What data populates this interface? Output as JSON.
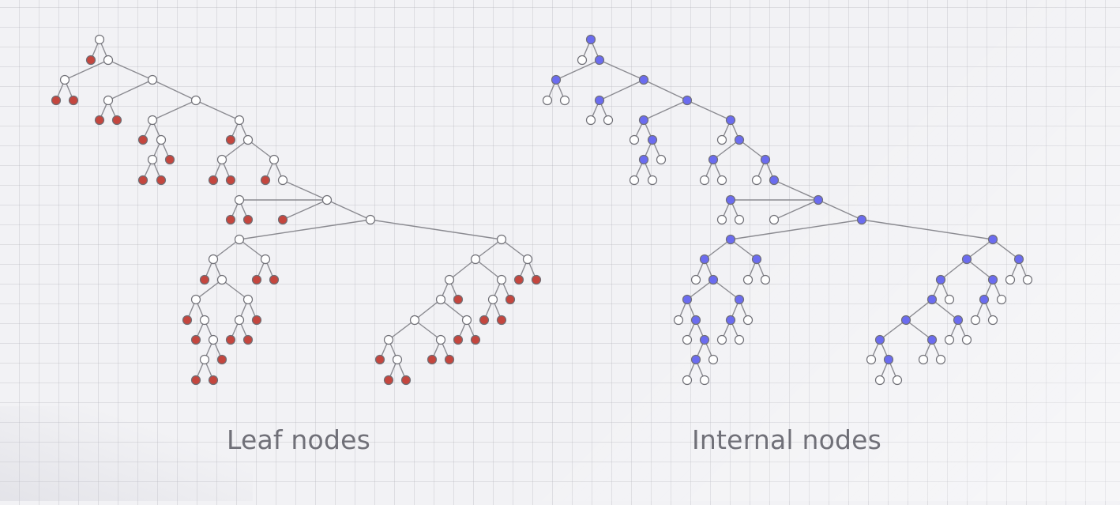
{
  "captions": {
    "left": "Leaf nodes",
    "right": "Internal nodes"
  },
  "colors": {
    "leaf": "#c4463e",
    "internal": "#6b6cf0",
    "plain": "#ffffff",
    "stroke": "#6f6f76",
    "edge": "#8a8a90"
  },
  "diagrams": [
    {
      "name": "leaf-tree",
      "highlight": "leaf"
    },
    {
      "name": "internal-tree",
      "highlight": "internal"
    }
  ]
}
